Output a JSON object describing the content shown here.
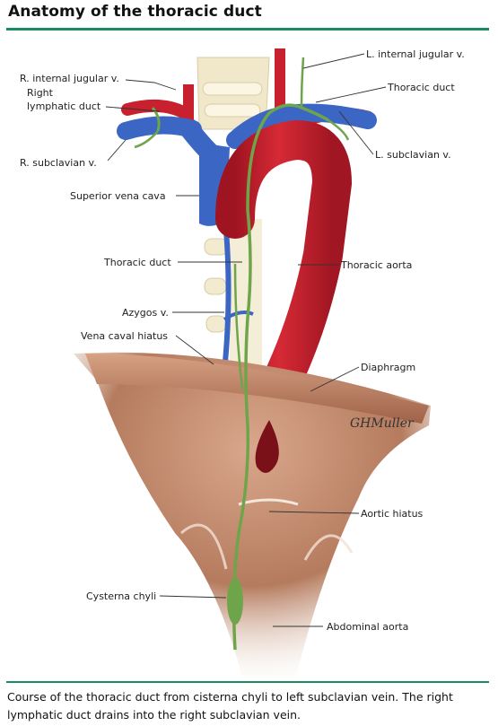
{
  "title": "Anatomy of the thoracic duct",
  "caption": "Course of the thoracic duct from cisterna chyli to left subclavian vein. The right lymphatic duct drains into the right subclavian vein.",
  "signature": "GHMuller",
  "labels": {
    "r_internal_jugular": "R. internal jugular v.",
    "right_lymphatic_1": "Right",
    "right_lymphatic_2": "lymphatic duct",
    "r_subclavian": "R. subclavian v.",
    "superior_vena_cava": "Superior vena cava",
    "thoracic_duct_left": "Thoracic duct",
    "azygos": "Azygos v.",
    "vena_caval_hiatus": "Vena caval hiatus",
    "cysterna_chyli": "Cysterna chyli",
    "l_internal_jugular": "L. internal jugular v.",
    "thoracic_duct_right": "Thoracic duct",
    "l_subclavian": "L. subclavian v.",
    "thoracic_aorta": "Thoracic aorta",
    "diaphragm": "Diaphragm",
    "aortic_hiatus": "Aortic hiatus",
    "abdominal_aorta": "Abdominal aorta"
  },
  "colors": {
    "vein": "#3b66c4",
    "artery": "#c8202e",
    "lymph": "#6fa54a",
    "muscle": "#b57b5e",
    "bone": "#efe6c8",
    "accent_rule": "#1a8a5f"
  }
}
